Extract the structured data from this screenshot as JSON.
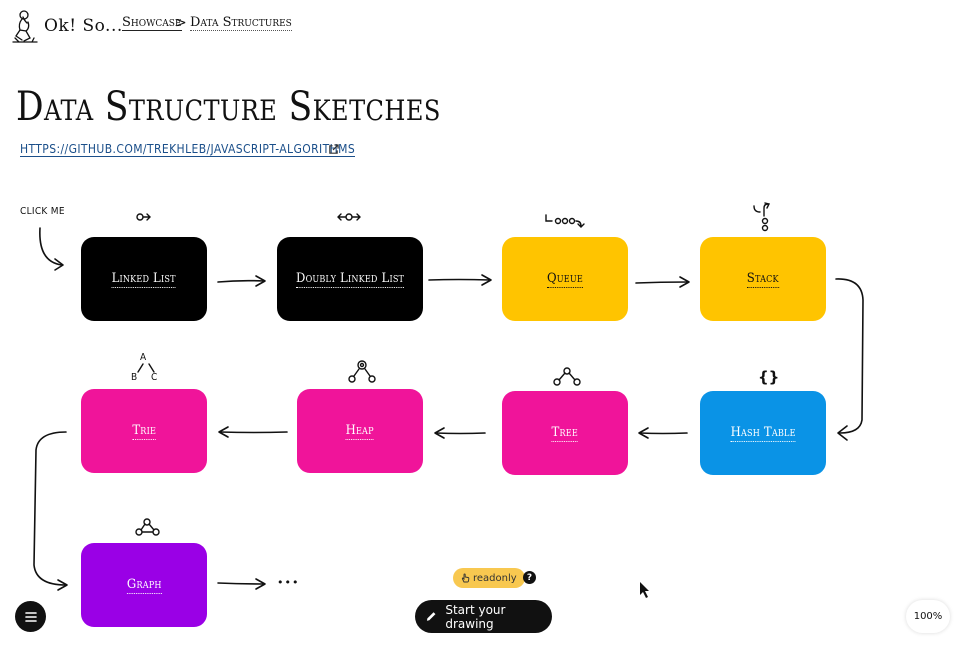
{
  "header": {
    "brand": "Ok! So...",
    "breadcrumb": {
      "parent": "Showcase",
      "separator": ">",
      "current": "Data Structures"
    }
  },
  "page": {
    "title": "Data Structure Sketches",
    "repo_link": "https://github.com/trekhleb/javascript-algorithms",
    "click_me": "click me"
  },
  "cards": {
    "linked_list": "Linked List",
    "doubly_linked_list": "Doubly Linked List",
    "queue": "Queue",
    "stack": "Stack",
    "hash_table": "Hash Table",
    "tree": "Tree",
    "heap": "Heap",
    "trie": "Trie",
    "graph": "Graph"
  },
  "trie_glyph": {
    "top": "A",
    "left": "B",
    "right": "C"
  },
  "hash_glyph": "{}",
  "ellipsis": "•••",
  "toolbar": {
    "readonly": "readonly",
    "help": "?",
    "start_drawing": "Start your drawing",
    "zoom": "100%"
  },
  "colors": {
    "black": "#000000",
    "yellow": "#ffc400",
    "pink": "#f0149a",
    "blue": "#0a93e6",
    "purple": "#9a00e6"
  },
  "icons": [
    "thinker-logo-icon",
    "external-link-icon",
    "menu-icon",
    "hand-icon",
    "help-icon",
    "pencil-icon",
    "cursor-icon"
  ]
}
